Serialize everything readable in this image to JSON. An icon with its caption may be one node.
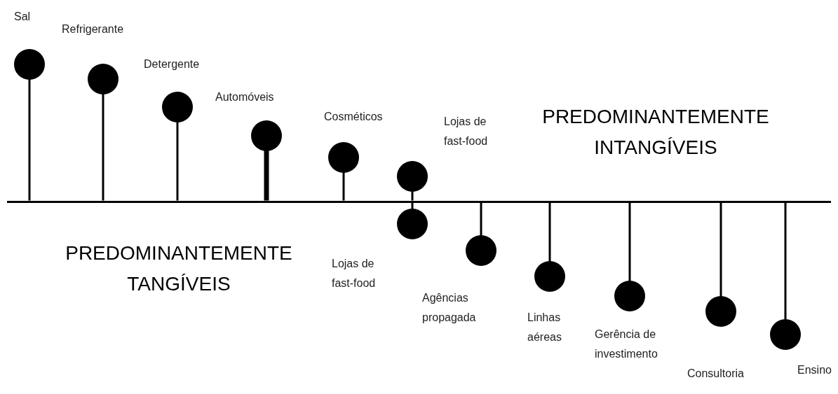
{
  "diagram": {
    "nodes": [
      {
        "text": [],
        "shape": "circle",
        "beside": [
          "Sal"
        ]
      },
      {
        "text": [],
        "shape": "circle",
        "beside": [
          "Refrigerante"
        ]
      },
      {
        "text": [],
        "shape": "circle",
        "beside": [
          "Detergente"
        ]
      },
      {
        "text": [],
        "shape": "circle",
        "beside": [
          "Automóveis"
        ]
      },
      {
        "text": [],
        "shape": "circle",
        "beside": [
          "Cosméticos"
        ]
      },
      {
        "text": [],
        "shape": "circle",
        "beside": [
          "Lojas de fast-food"
        ]
      },
      {
        "text": [],
        "shape": "circle",
        "beside": [
          "Lojas de fast-food"
        ]
      },
      {
        "text": [],
        "shape": "circle",
        "beside": [
          "Agências propagada"
        ]
      },
      {
        "text": [],
        "shape": "circle",
        "beside": [
          "Linhas aéreas"
        ]
      },
      {
        "text": [],
        "shape": "circle",
        "beside": [
          "Gerência de investimento"
        ]
      },
      {
        "text": [],
        "shape": "circle",
        "beside": [
          "Consultoria"
        ]
      },
      {
        "text": [],
        "shape": "circle",
        "beside": [
          "Ensino"
        ]
      },
      {
        "text": [],
        "shape": "bar"
      }
    ],
    "edges": [
      {
        "from": 0,
        "to": 12,
        "arrow": "none"
      },
      {
        "from": 1,
        "to": 12,
        "arrow": "none"
      },
      {
        "from": 2,
        "to": 12,
        "arrow": "none"
      },
      {
        "from": 3,
        "to": 12,
        "arrow": "none",
        "style": "thick"
      },
      {
        "from": 4,
        "to": 12,
        "arrow": "none"
      },
      {
        "from": 5,
        "to": 12,
        "arrow": "none"
      },
      {
        "from": 6,
        "to": 12,
        "arrow": "none"
      },
      {
        "from": 7,
        "to": 12,
        "arrow": "none"
      },
      {
        "from": 8,
        "to": 12,
        "arrow": "none"
      },
      {
        "from": 9,
        "to": 12,
        "arrow": "none"
      },
      {
        "from": 10,
        "to": 12,
        "arrow": "none"
      },
      {
        "from": 11,
        "to": 12,
        "arrow": "none"
      }
    ],
    "labels": [
      "PREDOMINANTEMENTE INTANGÍVEIS",
      "PREDOMINANTEMENTE TANGÍVEIS"
    ]
  }
}
